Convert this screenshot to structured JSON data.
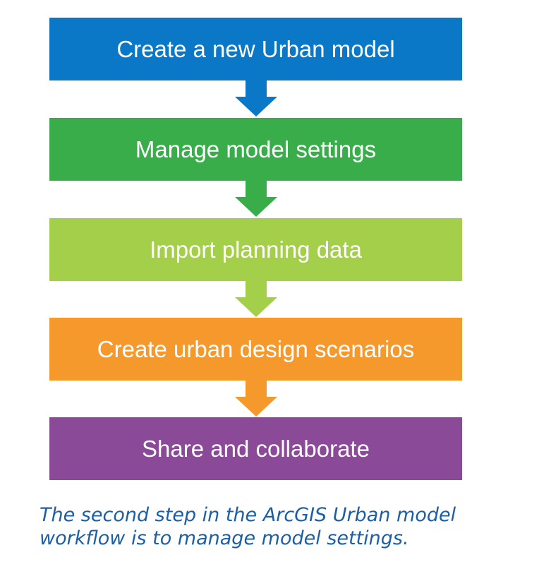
{
  "steps": [
    {
      "label": "Create a new Urban model",
      "color": "#0a78c6"
    },
    {
      "label": "Manage model settings",
      "color": "#38ad49"
    },
    {
      "label": "Import planning data",
      "color": "#a4cf4a"
    },
    {
      "label": "Create urban design scenarios",
      "color": "#f5992c"
    },
    {
      "label": "Share and collaborate",
      "color": "#8a4a97"
    }
  ],
  "caption": "The second step in the ArcGIS Urban model workflow is to manage model settings."
}
